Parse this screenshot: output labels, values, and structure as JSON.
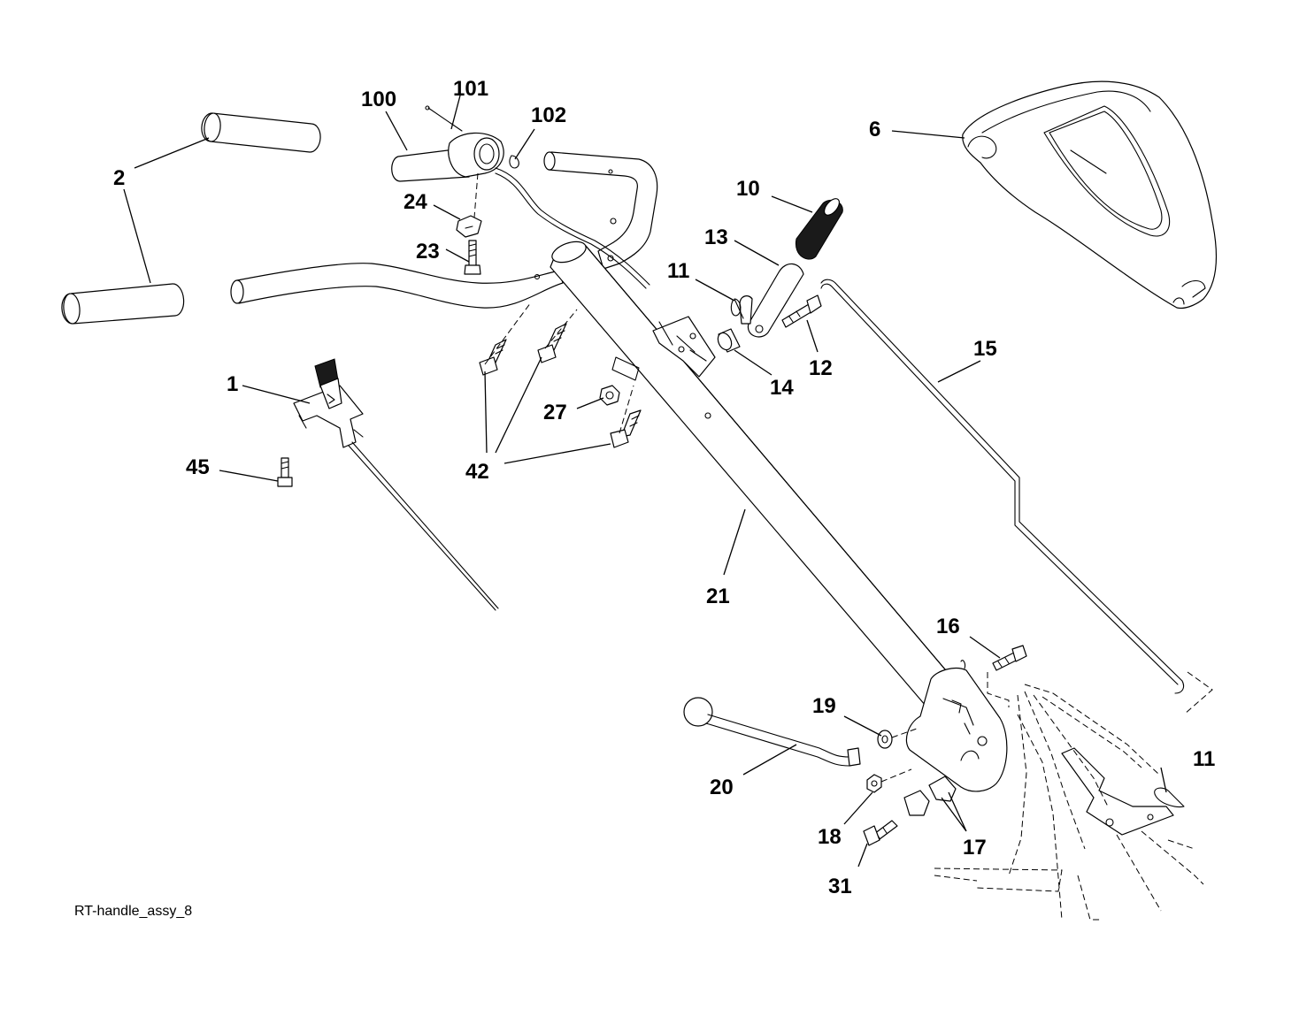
{
  "diagram_id": "RT-handle_assy_8",
  "callouts": {
    "c1": "1",
    "c2": "2",
    "c6": "6",
    "c10": "10",
    "c11a": "11",
    "c11b": "11",
    "c12": "12",
    "c13": "13",
    "c14": "14",
    "c15": "15",
    "c16": "16",
    "c17": "17",
    "c18": "18",
    "c19": "19",
    "c20": "20",
    "c21": "21",
    "c23": "23",
    "c24": "24",
    "c27": "27",
    "c31": "31",
    "c42": "42",
    "c45": "45",
    "c100": "100",
    "c101": "101",
    "c102": "102"
  }
}
